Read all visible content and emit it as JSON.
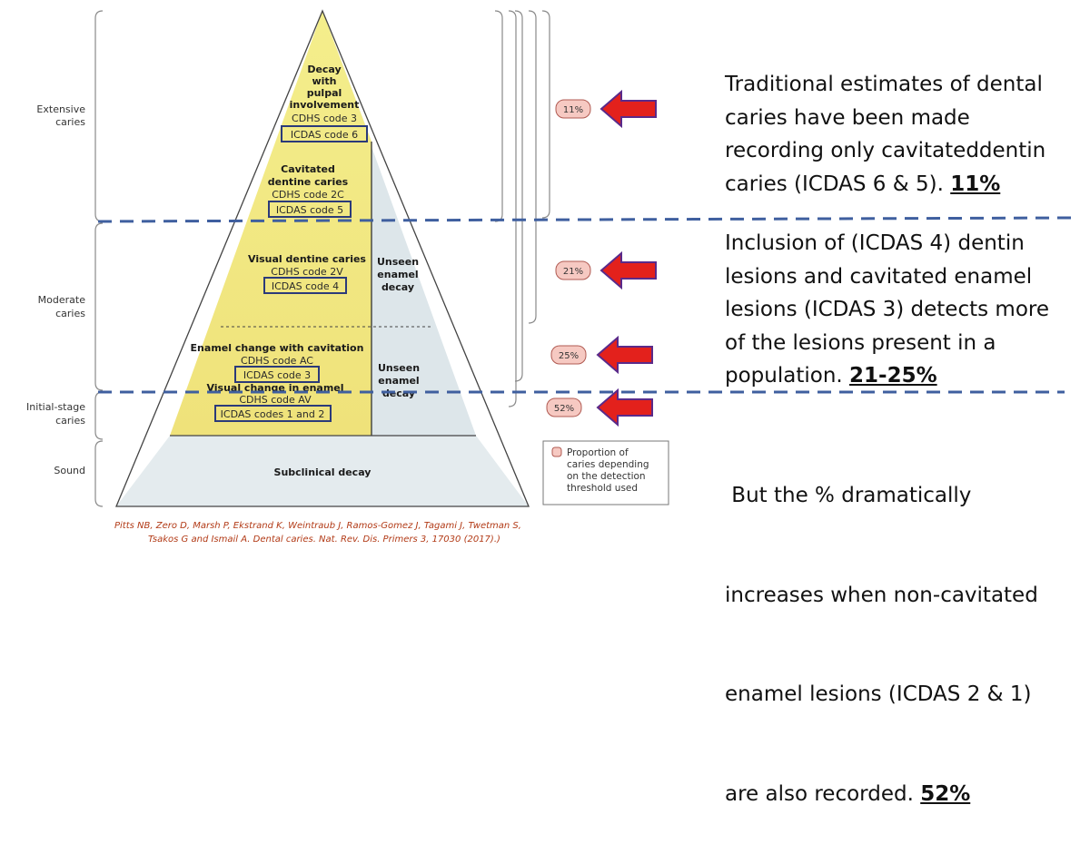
{
  "diagram": {
    "side_labels": {
      "extensive": [
        "Extensive",
        "caries"
      ],
      "moderate": [
        "Moderate",
        "caries"
      ],
      "initial": [
        "Initial-stage",
        "caries"
      ],
      "sound": "Sound"
    },
    "levels": {
      "pulpal": {
        "title": [
          "Decay",
          "with",
          "pulpal",
          "involvement"
        ],
        "cdhs": "CDHS code 3",
        "icdas": "ICDAS code 6"
      },
      "cavitated_dentine": {
        "title": [
          "Cavitated",
          "dentine caries"
        ],
        "cdhs": "CDHS code 2C",
        "icdas": "ICDAS code 5"
      },
      "visual_dentine": {
        "title": "Visual dentine caries",
        "cdhs": "CDHS code 2V",
        "icdas": "ICDAS code 4"
      },
      "enamel_cavitation": {
        "title": "Enamel change with cavitation",
        "cdhs": "CDHS code AC",
        "icdas": "ICDAS code 3"
      },
      "visual_enamel": {
        "title": "Visual change in enamel",
        "cdhs": "CDHS code AV",
        "icdas": "ICDAS codes 1 and 2"
      },
      "subclinical": "Subclinical decay"
    },
    "unseen_upper": [
      "Unseen",
      "enamel",
      "decay"
    ],
    "unseen_lower": [
      "Unseen",
      "enamel",
      "decay"
    ],
    "percent_badges": [
      "11%",
      "21%",
      "25%",
      "52%"
    ],
    "legend": [
      "Proportion of",
      "caries depending",
      "on the detection",
      "threshold used"
    ],
    "citation": [
      "Pitts NB, Zero D, Marsh P, Ekstrand K, Weintraub J, Ramos-Gomez J, Tagami J, Twetman S,",
      "Tsakos G and Ismail A. Dental caries. Nat. Rev. Dis. Primers 3, 17030 (2017).)"
    ],
    "colors": {
      "visible_yellow": "#f2ec8a",
      "unseen_grey": "#dde6ea",
      "badge_fill": "#f6c9c2",
      "arrow_red": "#e3211c",
      "dash_line": "#3f5f9f",
      "citation": "#b23a16"
    }
  },
  "statements": [
    {
      "lines": [
        "Traditional estimates of dental",
        "caries have been made",
        "recording only cavitateddentin",
        "caries (ICDAS 6 & 5). "
      ],
      "highlight": "11%"
    },
    {
      "lines": [
        "Inclusion of (ICDAS 4) dentin",
        "lesions and cavitated enamel",
        "lesions (ICDAS 3) detects more",
        "of the lesions present in a",
        "population. "
      ],
      "highlight": "21-25%"
    },
    {
      "lines": [
        " But the % dramatically",
        "increases when non-cavitated",
        "enamel lesions (ICDAS 2 & 1)",
        "are also recorded. "
      ],
      "highlight": "52%"
    }
  ]
}
